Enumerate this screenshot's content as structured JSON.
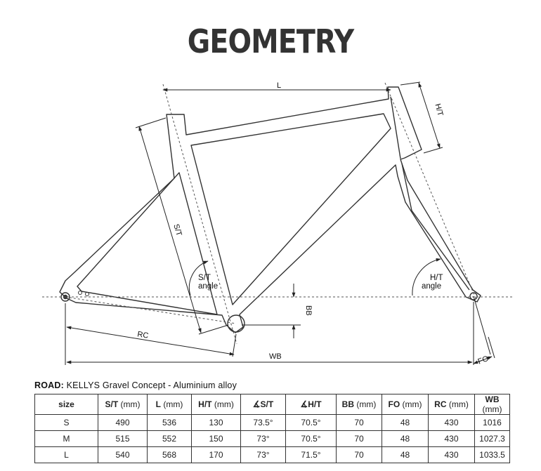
{
  "title": "GEOMETRY",
  "diagram": {
    "labels": {
      "L": "L",
      "HT": "H/T",
      "ST": "S/T",
      "ST_angle": "S/T",
      "ST_angle_sub": "angle",
      "HT_angle": "H/T",
      "HT_angle_sub": "angle",
      "BB": "BB",
      "RC": "RC",
      "WB": "WB",
      "FO": "FO"
    }
  },
  "caption": {
    "prefix": "ROAD:",
    "text": " KELLYS Gravel Concept - Aluminium alloy"
  },
  "table": {
    "headers": [
      {
        "key": "size",
        "unit": ""
      },
      {
        "key": "S/T",
        "unit": " (mm)"
      },
      {
        "key": "L",
        "unit": " (mm)"
      },
      {
        "key": "H/T",
        "unit": " (mm)"
      },
      {
        "key": "∡S/T",
        "unit": ""
      },
      {
        "key": "∡H/T",
        "unit": ""
      },
      {
        "key": "BB",
        "unit": " (mm)"
      },
      {
        "key": "FO",
        "unit": " (mm)"
      },
      {
        "key": "RC",
        "unit": " (mm)"
      },
      {
        "key": "WB",
        "unit": " (mm)"
      }
    ],
    "rows": [
      [
        "S",
        "490",
        "536",
        "130",
        "73.5°",
        "70.5°",
        "70",
        "48",
        "430",
        "1016"
      ],
      [
        "M",
        "515",
        "552",
        "150",
        "73°",
        "70.5°",
        "70",
        "48",
        "430",
        "1027.3"
      ],
      [
        "L",
        "540",
        "568",
        "170",
        "73°",
        "71.5°",
        "70",
        "48",
        "430",
        "1033.5"
      ]
    ]
  }
}
